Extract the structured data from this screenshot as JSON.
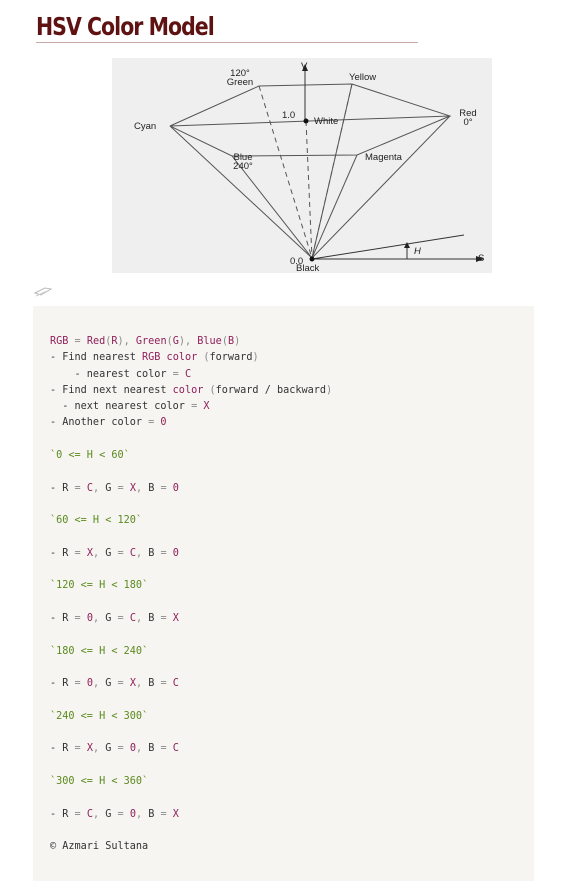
{
  "title": "HSV Color Model",
  "diagram": {
    "labels": {
      "v_axis": "V",
      "s_axis": "S",
      "h_angle": "H",
      "green": "120°\nGreen",
      "yellow": "Yellow",
      "cyan": "Cyan",
      "white_value": "1.0",
      "white": "White",
      "red": "Red\n0°",
      "blue": "Blue\n240°",
      "magenta": "Magenta",
      "black_value": "0.0",
      "black": "Black"
    }
  },
  "code": {
    "lines": [
      [
        [
          "kw",
          "RGB"
        ],
        [
          "op",
          " = "
        ],
        [
          "kw",
          "Red"
        ],
        [
          "op",
          "("
        ],
        [
          "kw",
          "R"
        ],
        [
          "op"
        ],
        [
          "op",
          "), "
        ],
        [
          "kw",
          "Green"
        ],
        [
          "op",
          "("
        ],
        [
          "kw",
          "G"
        ],
        [
          "op",
          "), "
        ],
        [
          "kw",
          "Blue"
        ],
        [
          "op",
          "("
        ],
        [
          "kw",
          "B"
        ],
        [
          "op",
          ")"
        ]
      ],
      [
        [
          "",
          "- Find nearest "
        ],
        [
          "kw",
          "RGB"
        ],
        [
          "kw",
          " color"
        ],
        [
          "op",
          " ("
        ],
        [
          "",
          "forward"
        ],
        [
          "op",
          ")"
        ]
      ],
      [
        [
          "",
          "    - nearest color "
        ],
        [
          "op",
          "= "
        ],
        [
          "kw",
          "C"
        ]
      ],
      [
        [
          "",
          "- Find next nearest "
        ],
        [
          "kw",
          "color"
        ],
        [
          "op",
          " ("
        ],
        [
          "",
          "forward / backward"
        ],
        [
          "op",
          ")"
        ]
      ],
      [
        [
          "",
          "  - next nearest color "
        ],
        [
          "op",
          "= "
        ],
        [
          "kw",
          "X"
        ]
      ],
      [
        [
          "",
          "- Another color "
        ],
        [
          "op",
          "= "
        ],
        [
          "kw",
          "0"
        ]
      ],
      "gap",
      [
        [
          "str",
          "`0 <= H < 60`"
        ]
      ],
      "gap",
      [
        [
          "",
          "- R "
        ],
        [
          "op",
          "= "
        ],
        [
          "kw",
          "C"
        ],
        [
          "op",
          ", "
        ],
        [
          "",
          "G "
        ],
        [
          "op",
          "= "
        ],
        [
          "kw",
          "X"
        ],
        [
          "op",
          ", "
        ],
        [
          "",
          "B "
        ],
        [
          "op",
          "= "
        ],
        [
          "kw",
          "0"
        ]
      ],
      "gap",
      [
        [
          "str",
          "`60 <= H < 120`"
        ]
      ],
      "gap",
      [
        [
          "",
          "- R "
        ],
        [
          "op",
          "= "
        ],
        [
          "kw",
          "X"
        ],
        [
          "op",
          ", "
        ],
        [
          "",
          "G "
        ],
        [
          "op",
          "= "
        ],
        [
          "kw",
          "C"
        ],
        [
          "op",
          ", "
        ],
        [
          "",
          "B "
        ],
        [
          "op",
          "= "
        ],
        [
          "kw",
          "0"
        ]
      ],
      "gap",
      [
        [
          "str",
          "`120 <= H < 180`"
        ]
      ],
      "gap",
      [
        [
          "",
          "- R "
        ],
        [
          "op",
          "= "
        ],
        [
          "kw",
          "0"
        ],
        [
          "op",
          ", "
        ],
        [
          "",
          "G "
        ],
        [
          "op",
          "= "
        ],
        [
          "kw",
          "C"
        ],
        [
          "op",
          ", "
        ],
        [
          "",
          "B "
        ],
        [
          "op",
          "= "
        ],
        [
          "kw",
          "X"
        ]
      ],
      "gap",
      [
        [
          "str",
          "`180 <= H < 240`"
        ]
      ],
      "gap",
      [
        [
          "",
          "- R "
        ],
        [
          "op",
          "= "
        ],
        [
          "kw",
          "0"
        ],
        [
          "op",
          ", "
        ],
        [
          "",
          "G "
        ],
        [
          "op",
          "= "
        ],
        [
          "kw",
          "X"
        ],
        [
          "op",
          ", "
        ],
        [
          "",
          "B "
        ],
        [
          "op",
          "= "
        ],
        [
          "kw",
          "C"
        ]
      ],
      "gap",
      [
        [
          "str",
          "`240 <= H < 300`"
        ]
      ],
      "gap",
      [
        [
          "",
          "- R "
        ],
        [
          "op",
          "= "
        ],
        [
          "kw",
          "X"
        ],
        [
          "op",
          ", "
        ],
        [
          "",
          "G "
        ],
        [
          "op",
          "= "
        ],
        [
          "kw",
          "0"
        ],
        [
          "op",
          ", "
        ],
        [
          "",
          "B "
        ],
        [
          "op",
          "= "
        ],
        [
          "kw",
          "C"
        ]
      ],
      "gap",
      [
        [
          "str",
          "`300 <= H < 360`"
        ]
      ],
      "gap",
      [
        [
          "",
          "- R "
        ],
        [
          "op",
          "= "
        ],
        [
          "kw",
          "C"
        ],
        [
          "op",
          ", "
        ],
        [
          "",
          "G "
        ],
        [
          "op",
          "= "
        ],
        [
          "kw",
          "0"
        ],
        [
          "op",
          ", "
        ],
        [
          "",
          "B "
        ],
        [
          "op",
          "= "
        ],
        [
          "kw",
          "X"
        ]
      ],
      "gap",
      [
        [
          "",
          "© Azmari Sultana"
        ]
      ]
    ]
  },
  "colors": {
    "title": "#5e1212",
    "keyword": "#8f1f5a",
    "string": "#5b8a1e"
  }
}
